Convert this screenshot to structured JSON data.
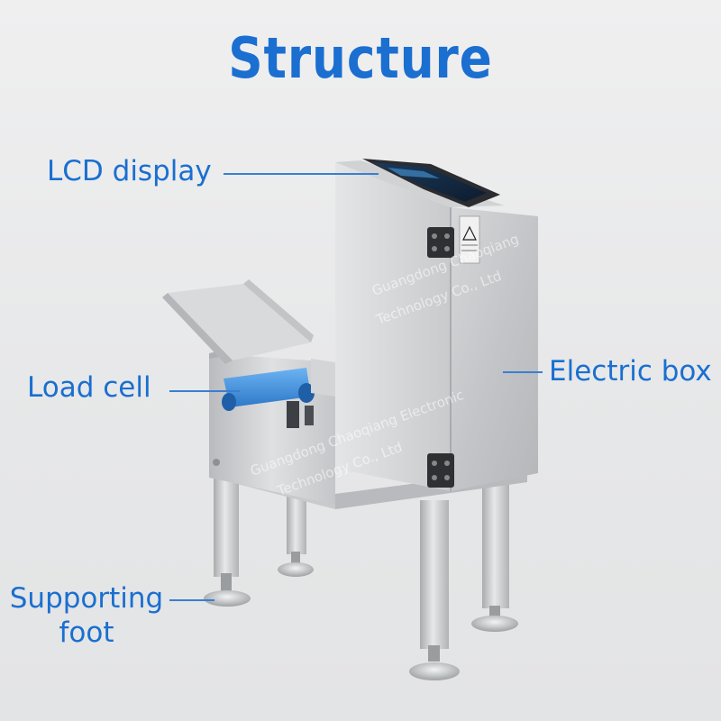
{
  "title": "Structure",
  "labels": {
    "lcd_display": "LCD display",
    "load_cell": "Load cell",
    "electric_box": "Electric box",
    "supporting_foot_line1": "Supporting",
    "supporting_foot_line2": "foot"
  },
  "watermarks": {
    "wm1_line1": "Guangdong Chaoqiang",
    "wm1_line2": "Technology Co., Ltd",
    "wm2_line1": "Guangdong Chaoqiang Electronic",
    "wm2_line2": "Technology Co., Ltd"
  },
  "colors": {
    "accent": "#1a6fd0",
    "belt": "#3b8fe0",
    "steel": "#c9cbcd"
  }
}
